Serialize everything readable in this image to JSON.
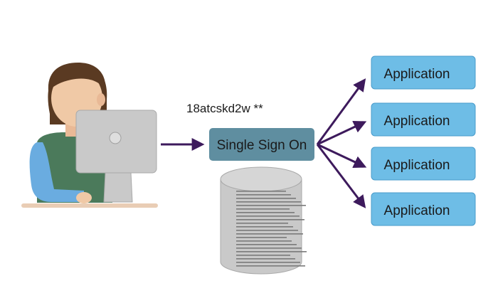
{
  "diagram": {
    "password_text": "18atcskd2w **",
    "sso_label": "Single Sign On",
    "applications": [
      {
        "label": "Application"
      },
      {
        "label": "Application"
      },
      {
        "label": "Application"
      },
      {
        "label": "Application"
      }
    ],
    "colors": {
      "arrow": "#3d1a5c",
      "sso_box": "#5f8ea0",
      "application_box": "#6ebde6",
      "monitor": "#c9c9c9",
      "database": "#c9c9c9",
      "shirt": "#4b7a5b",
      "sleeve": "#6aace0",
      "skin": "#f0c9a6",
      "hair": "#5a3a22",
      "desk": "#e9cdb5"
    }
  }
}
